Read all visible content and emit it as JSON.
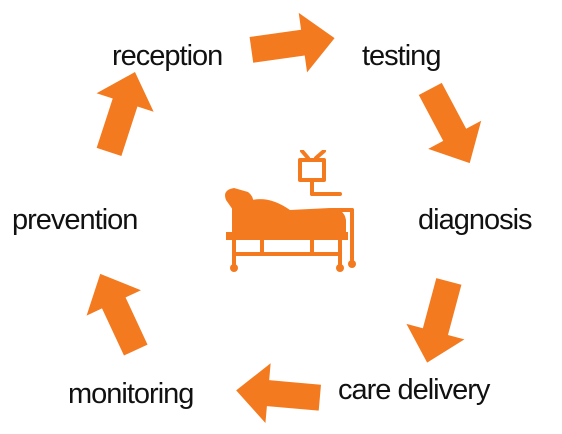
{
  "colors": {
    "accent": "#f47a20",
    "text": "#111111"
  },
  "stages": {
    "reception": "reception",
    "testing": "testing",
    "diagnosis": "diagnosis",
    "care_delivery": "care delivery",
    "monitoring": "monitoring",
    "prevention": "prevention"
  },
  "center_icon": "hospital-bed-with-tv-icon"
}
